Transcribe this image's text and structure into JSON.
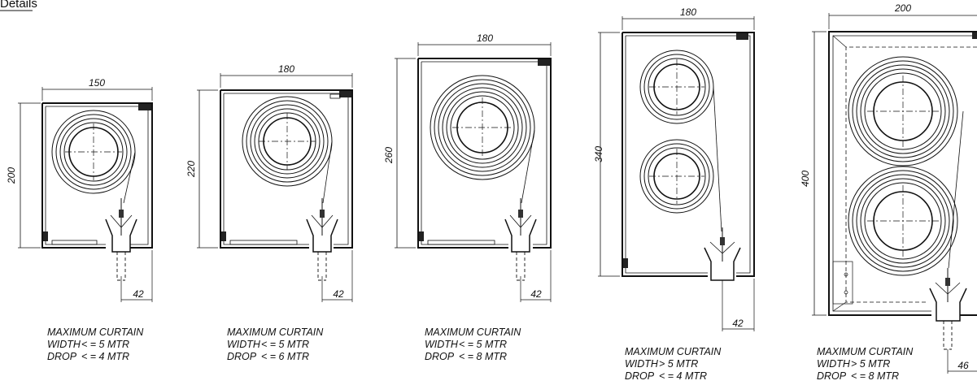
{
  "heading": "Details",
  "units": [
    {
      "width": "150",
      "height": "200",
      "offset": "42",
      "caption": {
        "line1": "MAXIMUM CURTAIN",
        "width_label": "WIDTH",
        "width_value": "< = 5 MTR",
        "drop_label": "DROP",
        "drop_value": "< = 4 MTR"
      }
    },
    {
      "width": "180",
      "height": "220",
      "offset": "42",
      "caption": {
        "line1": "MAXIMUM CURTAIN",
        "width_label": "WIDTH",
        "width_value": "< = 5 MTR",
        "drop_label": "DROP",
        "drop_value": "< = 6 MTR"
      }
    },
    {
      "width": "180",
      "height": "260",
      "offset": "42",
      "caption": {
        "line1": "MAXIMUM CURTAIN",
        "width_label": "WIDTH",
        "width_value": "< = 5 MTR",
        "drop_label": "DROP",
        "drop_value": "< = 8 MTR"
      }
    },
    {
      "width": "180",
      "height": "340",
      "offset": "42",
      "caption": {
        "line1": "MAXIMUM CURTAIN",
        "width_label": "WIDTH",
        "width_value": ">  5 MTR",
        "drop_label": "DROP",
        "drop_value": "< = 4 MTR"
      }
    },
    {
      "width": "200",
      "height": "400",
      "offset": "46",
      "caption": {
        "line1": "MAXIMUM CURTAIN",
        "width_label": "WIDTH",
        "width_value": ">  5 MTR",
        "drop_label": "DROP",
        "drop_value": "< = 8 MTR"
      }
    }
  ]
}
